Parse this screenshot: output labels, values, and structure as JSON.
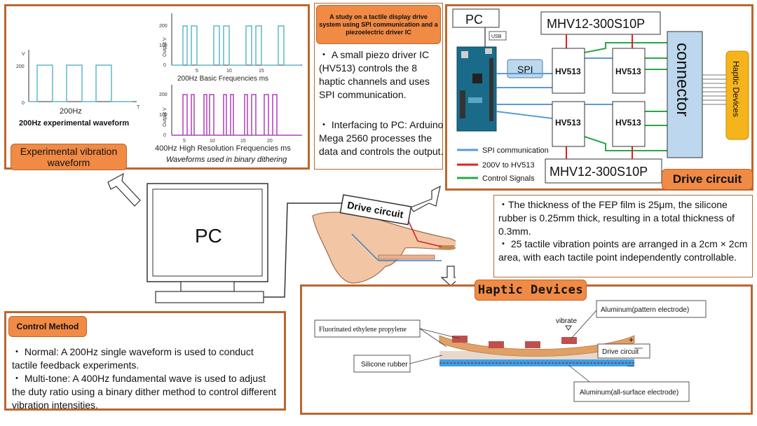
{
  "waveform_panel": {
    "label": "Experimental vibration\nwaveform",
    "left_chart": {
      "caption_top": "200Hz",
      "caption": "200Hz experimental waveform",
      "y_axis": "V",
      "x_axis": "T",
      "y_tick": "200",
      "x_tick": "0"
    },
    "top_chart": {
      "y_ticks": [
        "200",
        "100",
        "0"
      ],
      "x_ticks": [
        "5",
        "10",
        "15"
      ],
      "y_label": "Output V",
      "caption": "200Hz Basic Frequencies ms"
    },
    "bottom_chart": {
      "y_ticks": [
        "200",
        "100",
        "0"
      ],
      "x_ticks": [
        "5",
        "10",
        "15",
        "20"
      ],
      "y_label": "Output V",
      "caption": "400Hz High Resolution Frequencies ms"
    },
    "dithering_caption": "Waveforms used in binary dithering"
  },
  "study_box": {
    "title": "A study on a tactile display drive system using SPI communication and a piezoelectric driver IC",
    "paragraph1": "・ A small piezo driver IC (HV513) controls the 8 haptic channels and uses SPI communication.",
    "paragraph2": "・ Interfacing to PC: Arduino Mega 2560 processes the data and controls the output."
  },
  "drive_panel": {
    "pc_label": "PC",
    "usb_label": "USB",
    "spi_label": "SPI",
    "mhv_top": "MHV12-300S10P",
    "mhv_bottom": "MHV12-300S10P",
    "hv_chips": [
      "HV513",
      "HV513",
      "HV513",
      "HV513"
    ],
    "connector_label": "connector",
    "haptic_devices_label": "Haptic Devices",
    "legend": [
      "SPI communication",
      "200V to HV513",
      "Control Signals"
    ],
    "legend_colors": [
      "#5b9bd5",
      "#e02020",
      "#2aa84a"
    ],
    "label": "Drive circuit"
  },
  "center": {
    "pc_label": "PC",
    "drive_circuit_label": "Drive circuit"
  },
  "film_info": {
    "paragraph1": "・The thickness of the FEP film is 25μm, the silicone rubber is 0.25mm thick, resulting in a total thickness of 0.3mm.",
    "paragraph2": "・ 25 tactile vibration points are arranged in a 2cm × 2cm area, with each tactile point independently controllable."
  },
  "control_method": {
    "title": "Control Method",
    "paragraph1": "・ Normal: A 200Hz single waveform is used to conduct tactile feedback experiments.",
    "paragraph2": "・ Multi-tone: A 400Hz fundamental wave is used to adjust the duty ratio using a binary dither method to control different vibration intensities."
  },
  "haptic_panel": {
    "label": "Haptic Devices",
    "fep_label": "Fluorinated ethylene propylene",
    "silicone_label": "Silicone rubber",
    "vibrate_label": "vibrate",
    "pattern_electrode_label": "Aluminum(pattern electrode)",
    "drive_circuit_label": "Drive circuit",
    "surface_electrode_label": "Aluminum(all-surface electrode)",
    "plus_sign": "+",
    "minus_sign": "—"
  },
  "colors": {
    "panel_border": "#b9682f",
    "tag_orange": "#f08a45",
    "teal_wave": "#5fb8c8",
    "magenta_wave": "#b23fbf",
    "connector_blue": "#bcd7ee",
    "haptic_yellow": "#f5b41c"
  }
}
